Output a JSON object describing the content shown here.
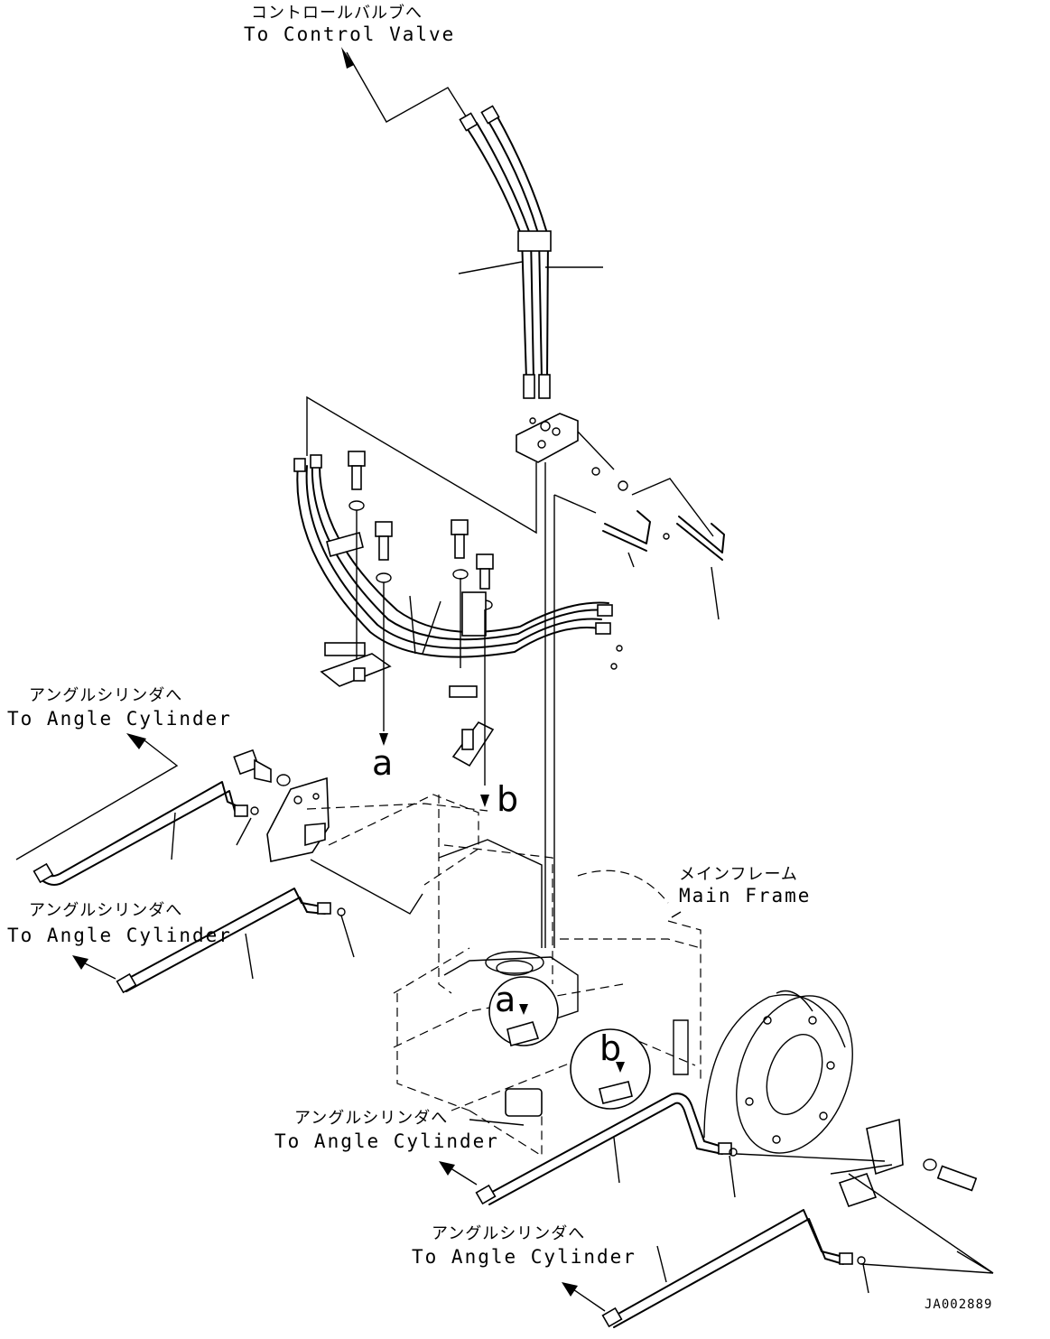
{
  "labels": {
    "control_valve_jp": "コントロールバルブへ",
    "control_valve_en": "To Control Valve",
    "angle_cylinder_jp": "アングルシリンダへ",
    "angle_cylinder_en_1": "To Angle Cylinder",
    "angle_cylinder_en_2": "To Angle Cylinder",
    "angle_cylinder_en_3": "To Angle Cylinder",
    "angle_cylinder_en_4": "To Angle Cylinder",
    "main_frame_jp": "メインフレーム",
    "main_frame_en": "Main Frame",
    "view_a": "a",
    "view_b": "b",
    "detail_a": "a",
    "detail_b": "b",
    "drawing_number": "JA002889"
  },
  "style": {
    "line_color": "#000000",
    "background": "#ffffff"
  }
}
